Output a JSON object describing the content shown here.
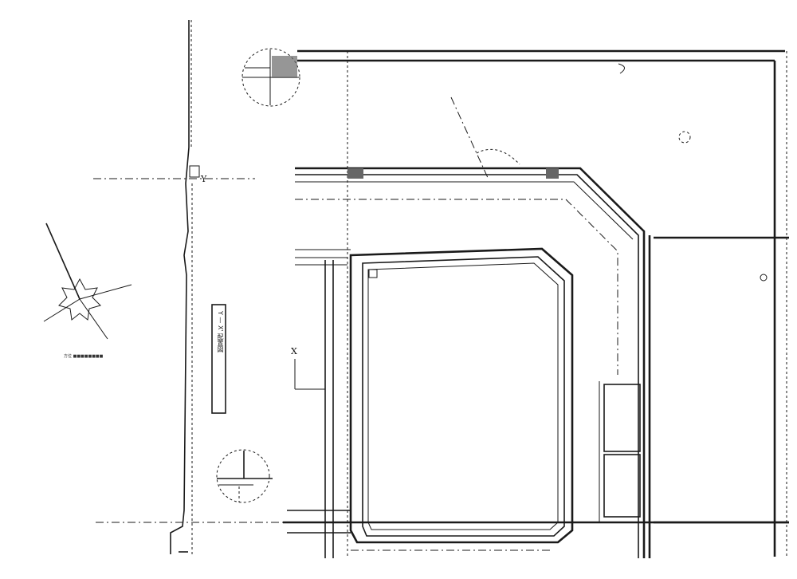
{
  "drawing": {
    "type": "site-plan",
    "axis_markers": {
      "x_label": "X",
      "y_label": "Y"
    },
    "title_box_text": "Y — X' 配置図",
    "compass_caption": "方位",
    "regions": [
      {
        "name": "main-building",
        "shape": "rounded-rectangle"
      },
      {
        "name": "curved-road-north",
        "shape": "polyline"
      },
      {
        "name": "annex-rooms",
        "count": 2
      },
      {
        "name": "detail-circle-top",
        "shape": "circle"
      },
      {
        "name": "detail-circle-bottom",
        "shape": "circle"
      },
      {
        "name": "north-arrow",
        "shape": "star"
      },
      {
        "name": "manhole",
        "shape": "circle"
      }
    ]
  }
}
